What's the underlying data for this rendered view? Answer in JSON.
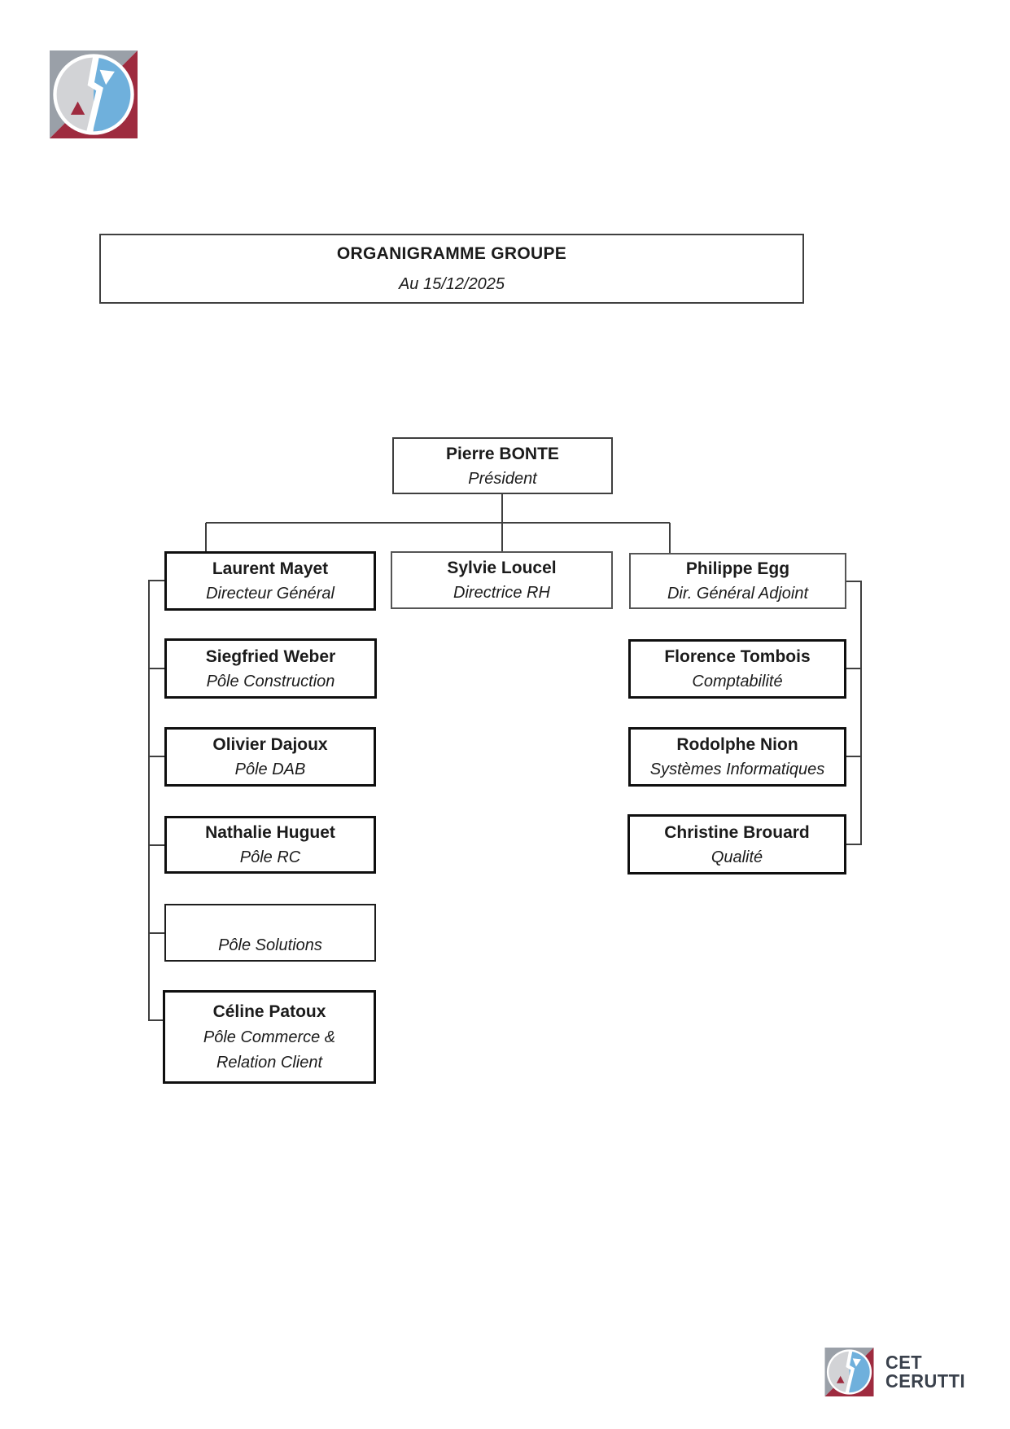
{
  "document": {
    "title": "ORGANIGRAMME GROUPE",
    "date_line": "Au 15/12/2025"
  },
  "branding": {
    "logo_colors": {
      "square_gray": "#9aa0a8",
      "square_maroon": "#9e2b3f",
      "disc_gray": "#d2d3d6",
      "disc_blue": "#6fb0dc",
      "accent_white": "#ffffff"
    },
    "footer_text_color": "#3a414c"
  },
  "org_chart": {
    "type": "hierarchy",
    "nodes": [
      {
        "name": "Pierre BONTE",
        "role": "Président",
        "parent": null
      },
      {
        "name": "Laurent Mayet",
        "role": "Directeur Général",
        "parent": "Pierre BONTE"
      },
      {
        "name": "Sylvie Loucel",
        "role": "Directrice RH",
        "parent": "Pierre BONTE"
      },
      {
        "name": "Philippe Egg",
        "role": "Dir. Général Adjoint",
        "parent": "Pierre BONTE"
      },
      {
        "name": "Siegfried Weber",
        "role": "Pôle Construction",
        "parent": "Laurent Mayet"
      },
      {
        "name": "Olivier Dajoux",
        "role": "Pôle DAB",
        "parent": "Laurent Mayet"
      },
      {
        "name": "Nathalie Huguet",
        "role": "Pôle RC",
        "parent": "Laurent Mayet"
      },
      {
        "name": "",
        "role": "Pôle Solutions",
        "parent": "Laurent Mayet"
      },
      {
        "name": "Céline Patoux",
        "role": "Pôle Commerce &",
        "role_line2": "Relation Client",
        "parent": "Laurent Mayet"
      },
      {
        "name": "Florence Tombois",
        "role": "Comptabilité",
        "parent": "Philippe Egg"
      },
      {
        "name": "Rodolphe Nion",
        "role": "Systèmes Informatiques",
        "parent": "Philippe Egg"
      },
      {
        "name": "Christine Brouard",
        "role": "Qualité",
        "parent": "Philippe Egg"
      }
    ]
  },
  "footer": {
    "brand_line1": "CET",
    "brand_line2": "CERUTTI"
  }
}
